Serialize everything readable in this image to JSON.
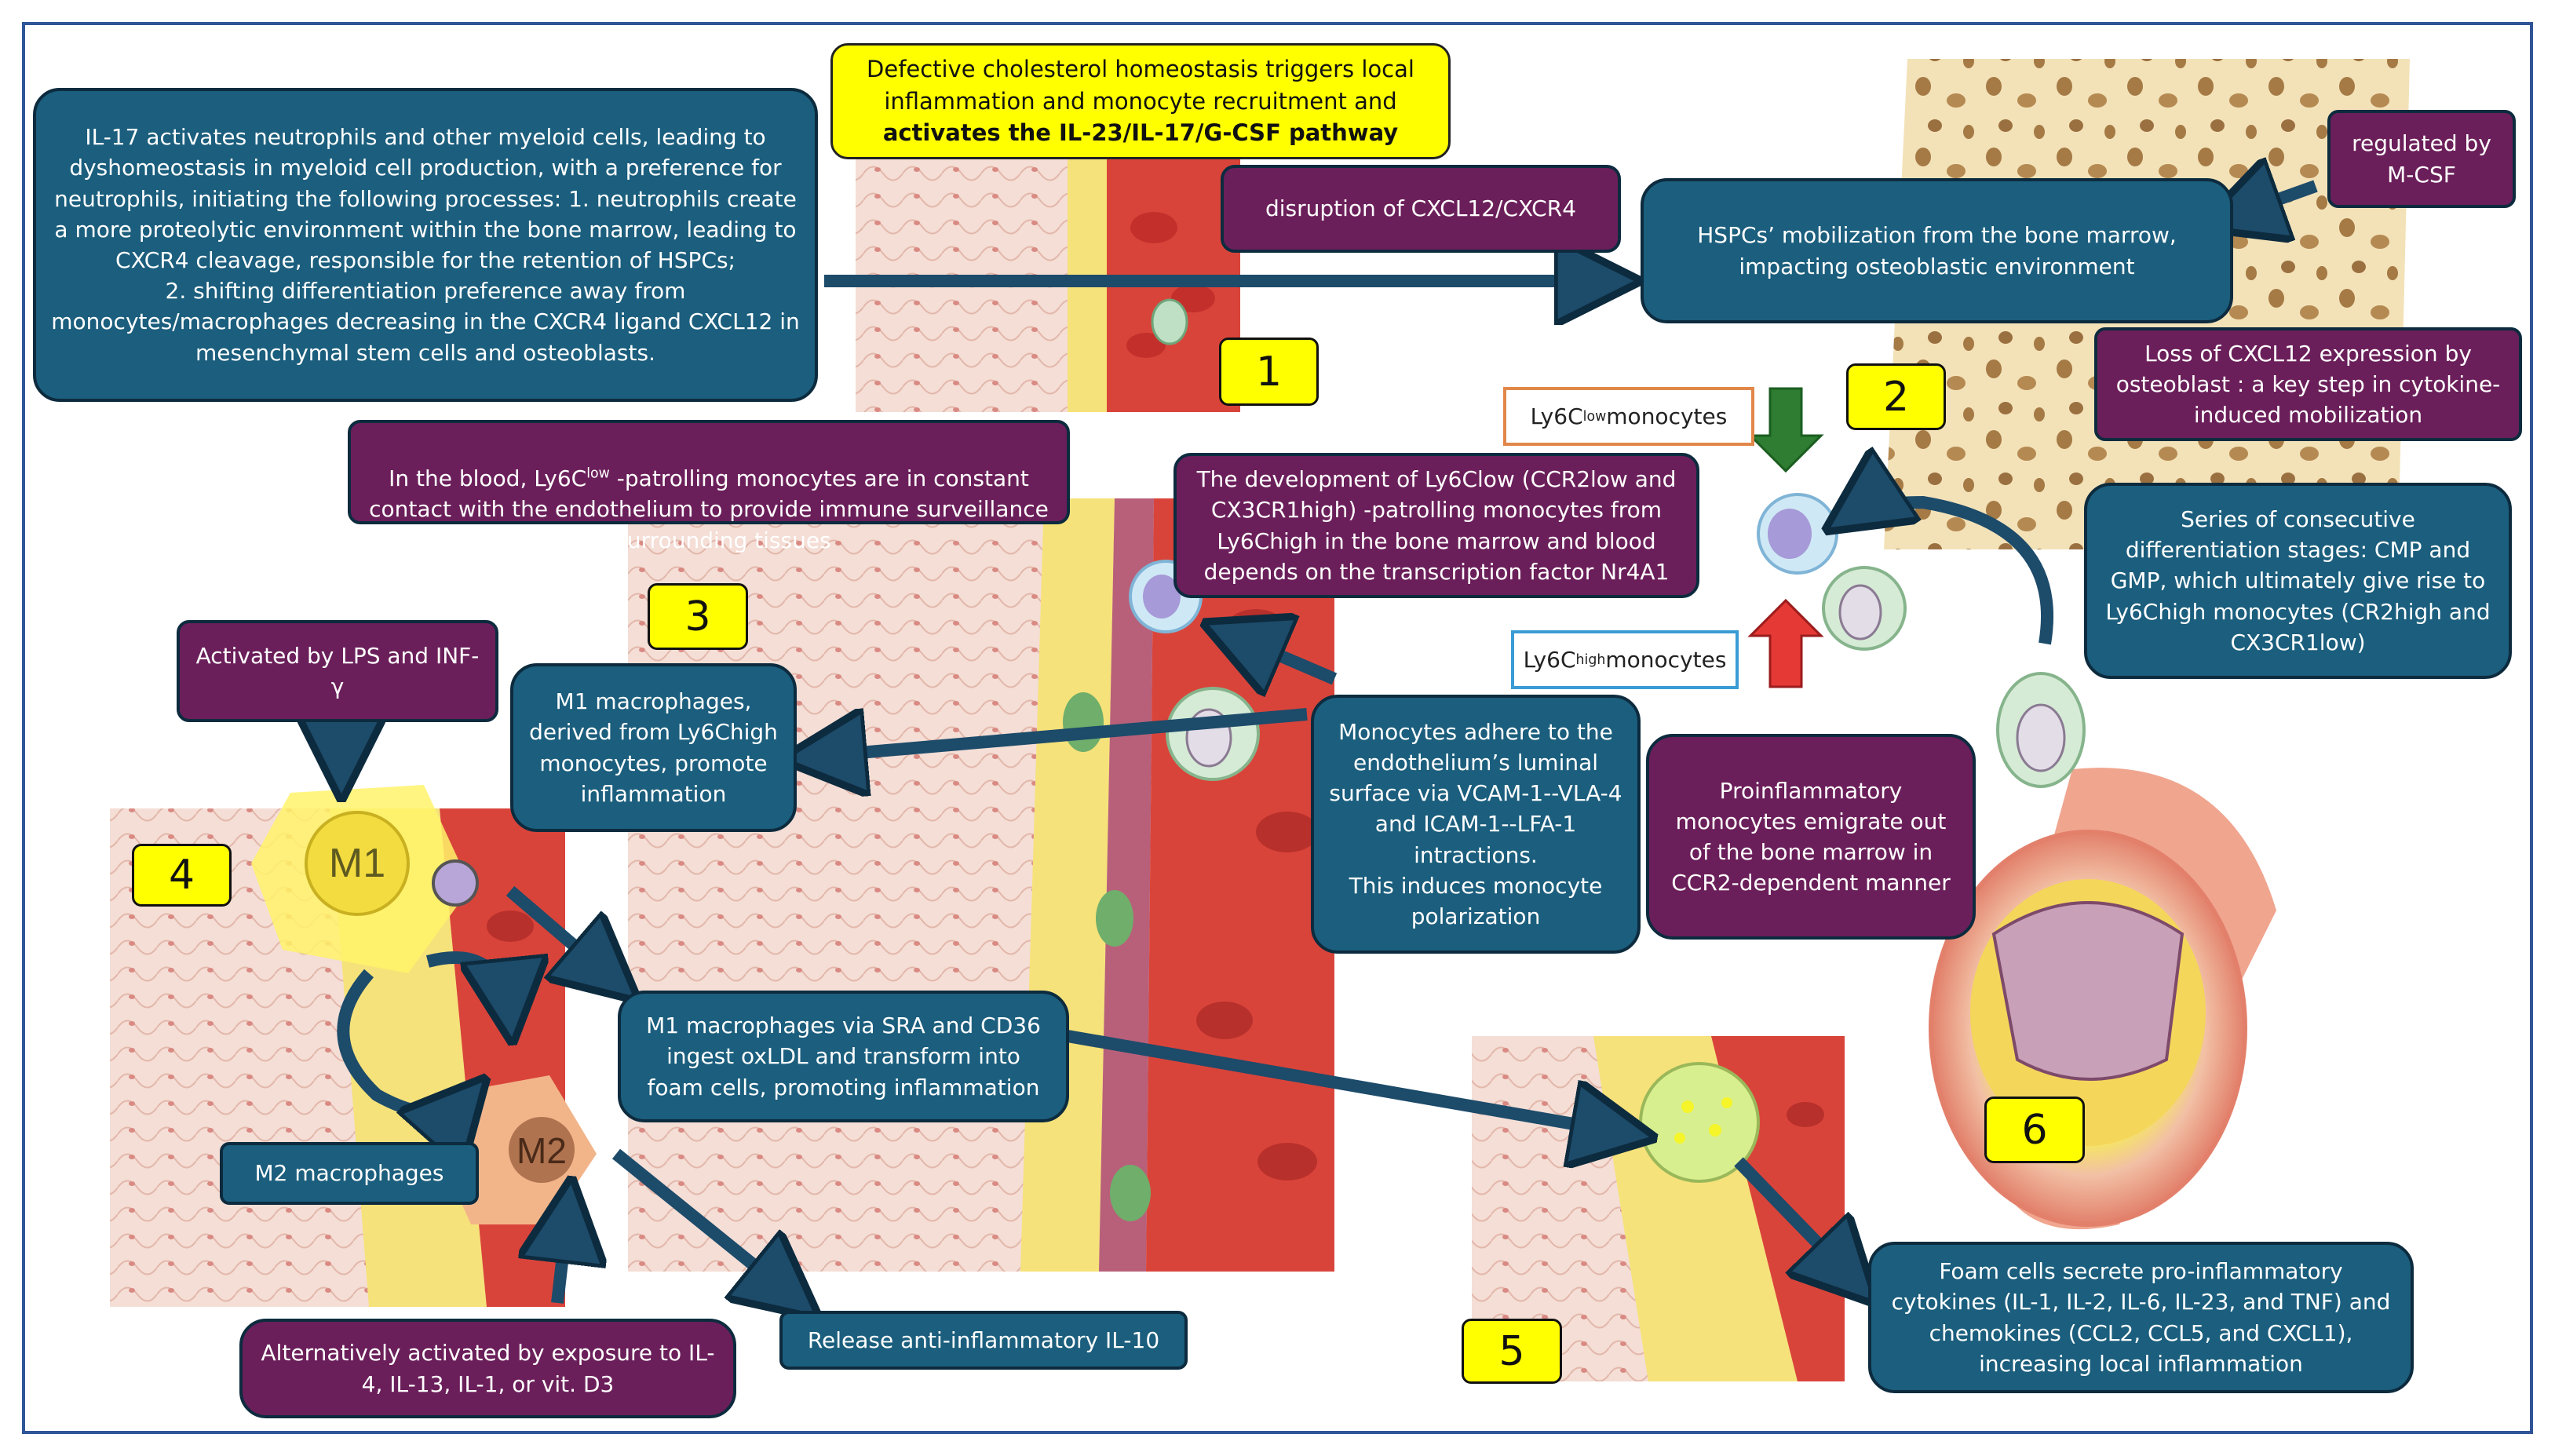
{
  "boxes": {
    "il17": "IL-17 activates neutrophils and other myeloid cells, leading to dyshomeostasis in myeloid cell production, with a preference for neutrophils, initiating the following processes: 1. neutrophils create a more proteolytic environment within the bone marrow, leading to CXCR4 cleavage, responsible for the retention of HSPCs;\n2. shifting differentiation preference away from monocytes/macrophages decreasing in the CXCR4 ligand CXCL12 in mesenchymal stem cells and osteoblasts.",
    "cholesterol_line1": "Defective cholesterol homeostasis triggers local inflammation and monocyte recruitment and",
    "cholesterol_bold": "activates the IL-23/IL-17/G-CSF pathway",
    "disruption": "disruption of CXCL12/CXCR4",
    "hspcs": "HSPCs’ mobilization from the bone marrow, impacting osteoblastic environment",
    "mcsf": "regulated by M-CSF",
    "loss_cxcl12": "Loss of CXCL12 expression by osteoblast : a key step in cytokine-induced mobilization",
    "ly6c_low_label_pre": "Ly6C",
    "ly6c_low_label_sup": "low",
    "ly6c_low_label_post": " monocytes",
    "ly6c_high_label_pre": "Ly6C",
    "ly6c_high_label_sup": "high",
    "ly6c_high_label_post": " monocytes",
    "blood_pre": "In the blood, Ly6C",
    "blood_sup": "low",
    "blood_post": " -patrolling monocytes are in constant contact with the endothelium to provide immune surveillance to surrounding tissues",
    "development_text": "The development of Ly6Clow (CCR2low and CX3CR1high) -patrolling monocytes from Ly6Chigh in the bone marrow and blood depends on the transcription factor Nr4A1",
    "series_text": "Series of consecutive differentiation stages: CMP and GMP, which ultimately give rise to Ly6Chigh monocytes (CR2high and CX3CR1low)",
    "lps": "Activated by LPS and INF-γ",
    "m1_derived": "M1 macrophages, derived from Ly6Chigh monocytes, promote inflammation",
    "adhere": "Monocytes adhere to the endothelium’s luminal surface via VCAM-1--VLA-4 and ICAM-1--LFA-1 intractions.\nThis induces monocyte polarization",
    "proinflammatory": "Proinflammatory monocytes emigrate out of the bone marrow in CCR2-dependent manner",
    "sra": "M1 macrophages via SRA and CD36 ingest oxLDL and transform into foam cells, promoting inflammation",
    "m2": "M2 macrophages",
    "il10": "Release anti-inflammatory IL-10",
    "alt": "Alternatively activated by exposure to IL-4, IL-13, IL-1, or vit. D3",
    "foam": "Foam cells secrete pro-inflammatory cytokines (IL-1, IL-2, IL-6, IL-23, and TNF) and chemokines (CCL2, CCL5, and CXCL1), increasing local inflammation"
  },
  "cell_labels": {
    "m1": "M1",
    "m2": "M2"
  },
  "step_numbers": [
    "1",
    "2",
    "3",
    "4",
    "5",
    "6"
  ],
  "colors": {
    "teal": "#1b5e7d",
    "purple": "#6b1f5a",
    "highlight_yellow": "#ffff00",
    "frame_blue": "#2f5597",
    "arrow_navy": "#1d4b6a",
    "arrow_green": "#2e7d32",
    "arrow_red": "#e53935",
    "low_border_orange": "#e2874a",
    "high_border_blue": "#3a9bd5"
  }
}
